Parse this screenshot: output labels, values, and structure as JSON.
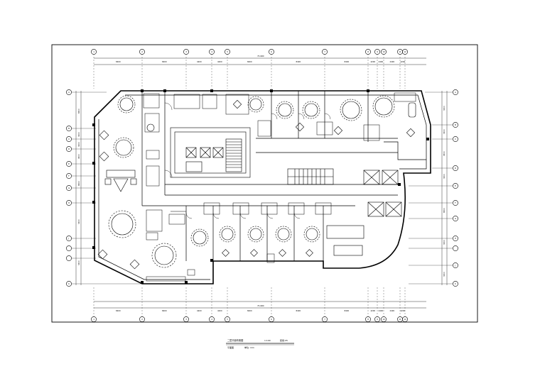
{
  "drawing": {
    "title_block": {
      "title": "二层平面布置图",
      "scale_label": "1:100",
      "sheet_code": "装施-05",
      "sub_label": "平面图",
      "note": "单位: mm"
    },
    "dimensions": {
      "overall_top": "71400",
      "overall_bottom": "71400",
      "top_segments": [
        "8400",
        "8400",
        "4200",
        "4200",
        "8400",
        "8400",
        "8400",
        "4200",
        "2400",
        "2400",
        "4200"
      ],
      "bottom_segments": [
        "8400",
        "8400",
        "4200",
        "4200",
        "8400",
        "8400",
        "8400",
        "4200",
        "2400",
        "2400",
        "4200"
      ],
      "left_segments": [
        "6600",
        "3300",
        "3300",
        "4500",
        "6600",
        "3300",
        "3300"
      ],
      "right_segments": [
        "3300",
        "3300",
        "4500",
        "3300",
        "6600",
        "3300",
        "3300"
      ]
    },
    "grid_axes": {
      "columns": [
        "1",
        "2",
        "3",
        "4",
        "5",
        "6",
        "7",
        "8",
        "9",
        "10",
        "11",
        "12"
      ],
      "rows_left": [
        "A",
        "B",
        "C",
        "D",
        "E",
        "F",
        "G",
        "H",
        "J",
        "K"
      ],
      "rows_right": [
        "A",
        "B",
        "C",
        "D",
        "E",
        "F",
        "G",
        "H",
        "J",
        "K"
      ]
    },
    "colors": {
      "line": "#000000",
      "background": "#ffffff"
    }
  }
}
